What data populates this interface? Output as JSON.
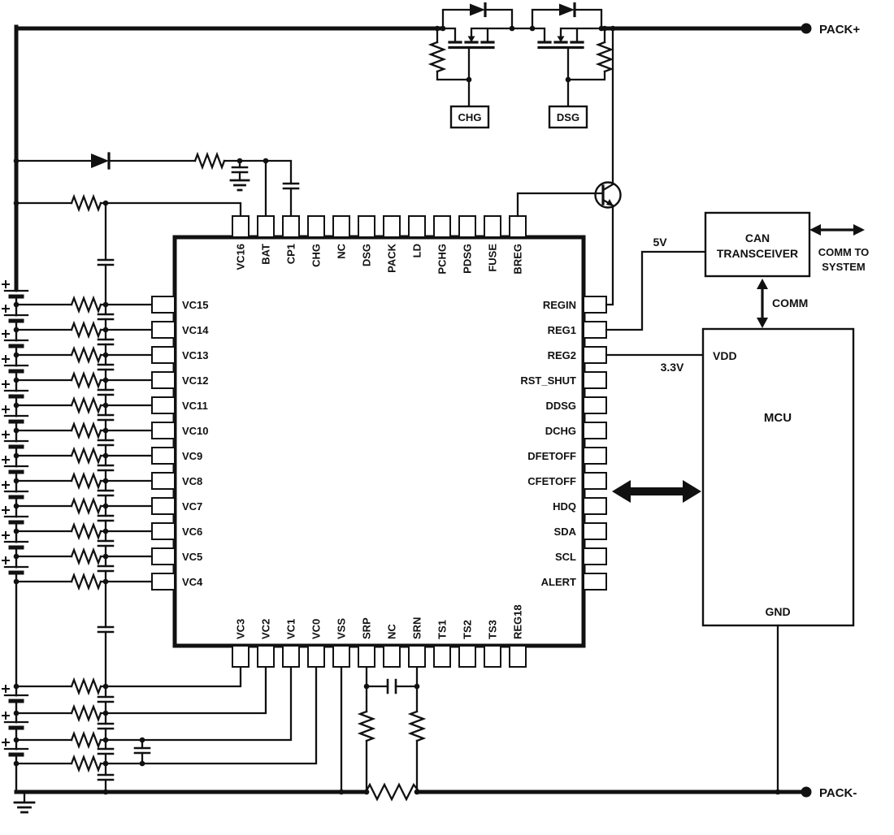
{
  "schematic": {
    "pack_labels": {
      "plus": "PACK+",
      "minus": "PACK-"
    },
    "fet_labels": {
      "chg": "CHG",
      "dsg": "DSG"
    },
    "ic": {
      "top_pins": [
        "VC16",
        "BAT",
        "CP1",
        "CHG",
        "NC",
        "DSG",
        "PACK",
        "LD",
        "PCHG",
        "PDSG",
        "FUSE",
        "BREG"
      ],
      "right_pins": [
        "REGIN",
        "REG1",
        "REG2",
        "RST_SHUT",
        "DDSG",
        "DCHG",
        "DFETOFF",
        "CFETOFF",
        "HDQ",
        "SDA",
        "SCL",
        "ALERT"
      ],
      "left_pins": [
        "VC15",
        "VC14",
        "VC13",
        "VC12",
        "VC11",
        "VC10",
        "VC9",
        "VC8",
        "VC7",
        "VC6",
        "VC5",
        "VC4"
      ],
      "bottom_pins": [
        "VC3",
        "VC2",
        "VC1",
        "VC0",
        "VSS",
        "SRP",
        "NC",
        "SRN",
        "TS1",
        "TS2",
        "TS3",
        "REG18"
      ]
    },
    "can": {
      "name_line1": "CAN",
      "name_line2": "TRANSCEIVER",
      "comm_to_line1": "COMM TO",
      "comm_to_line2": "SYSTEM",
      "comm": "COMM",
      "rail_5v": "5V"
    },
    "mcu": {
      "name": "MCU",
      "vdd": "VDD",
      "gnd": "GND",
      "rail_3v3": "3.3V"
    }
  }
}
